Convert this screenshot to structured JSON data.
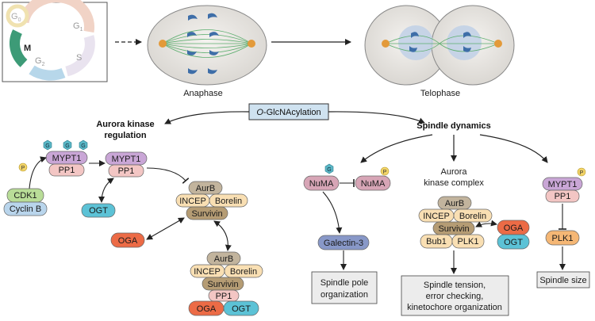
{
  "cycle": {
    "g0": "G",
    "g0_sub": "0",
    "g1": "G",
    "g1_sub": "1",
    "m": "M",
    "g2": "G",
    "g2_sub": "2",
    "s": "S"
  },
  "phases": {
    "anaphase": "Anaphase",
    "telophase": "Telophase"
  },
  "center": {
    "o": "O",
    "rest": "-GlcNAcylation"
  },
  "aurora_reg": {
    "line1": "Aurora kinase",
    "line2": "regulation"
  },
  "spindle_dyn": "Spindle dynamics",
  "glyco": {
    "g": "G",
    "p": "P"
  },
  "left": {
    "mypt1": "MYPT1",
    "pp1": "PP1",
    "cdk1": "CDK1",
    "cyclinb": "Cyclin B",
    "ogt": "OGT",
    "oga": "OGA",
    "aurb": "AurB",
    "incep": "INCEP",
    "borelin": "Borelin",
    "survivin": "Survivin"
  },
  "mid": {
    "numa": "NuMA",
    "galectin": "Galectin-3",
    "box": [
      "Spindle pole",
      "organization"
    ]
  },
  "akc": {
    "title1": "Aurora",
    "title2": "kinase complex",
    "aurb": "AurB",
    "incep": "INCEP",
    "borelin": "Borelin",
    "survivin": "Survivin",
    "bub1": "Bub1",
    "plk1": "PLK1",
    "oga": "OGA",
    "ogt": "OGT",
    "box": [
      "Spindle tension,",
      "error checking,",
      "kinetochore organization"
    ]
  },
  "right": {
    "mypt1": "MYPT1",
    "pp1": "PP1",
    "plk1": "PLK1",
    "box": "Spindle size"
  },
  "colors": {
    "mypt1": "#c9a6d6",
    "pp1": "#f3c6c4",
    "cdk1": "#b9dd98",
    "cyclinb": "#b9d5ec",
    "ogt": "#5cc2d6",
    "oga": "#ec6b46",
    "aurb": "#c2b49d",
    "incep": "#f9dfb3",
    "survivin": "#b59c74",
    "numa": "#d7a5b6",
    "galectin": "#8898c8",
    "plk1": "#f5b775",
    "phospho": "#f2d468",
    "glcnac": "#5ab7c6"
  }
}
